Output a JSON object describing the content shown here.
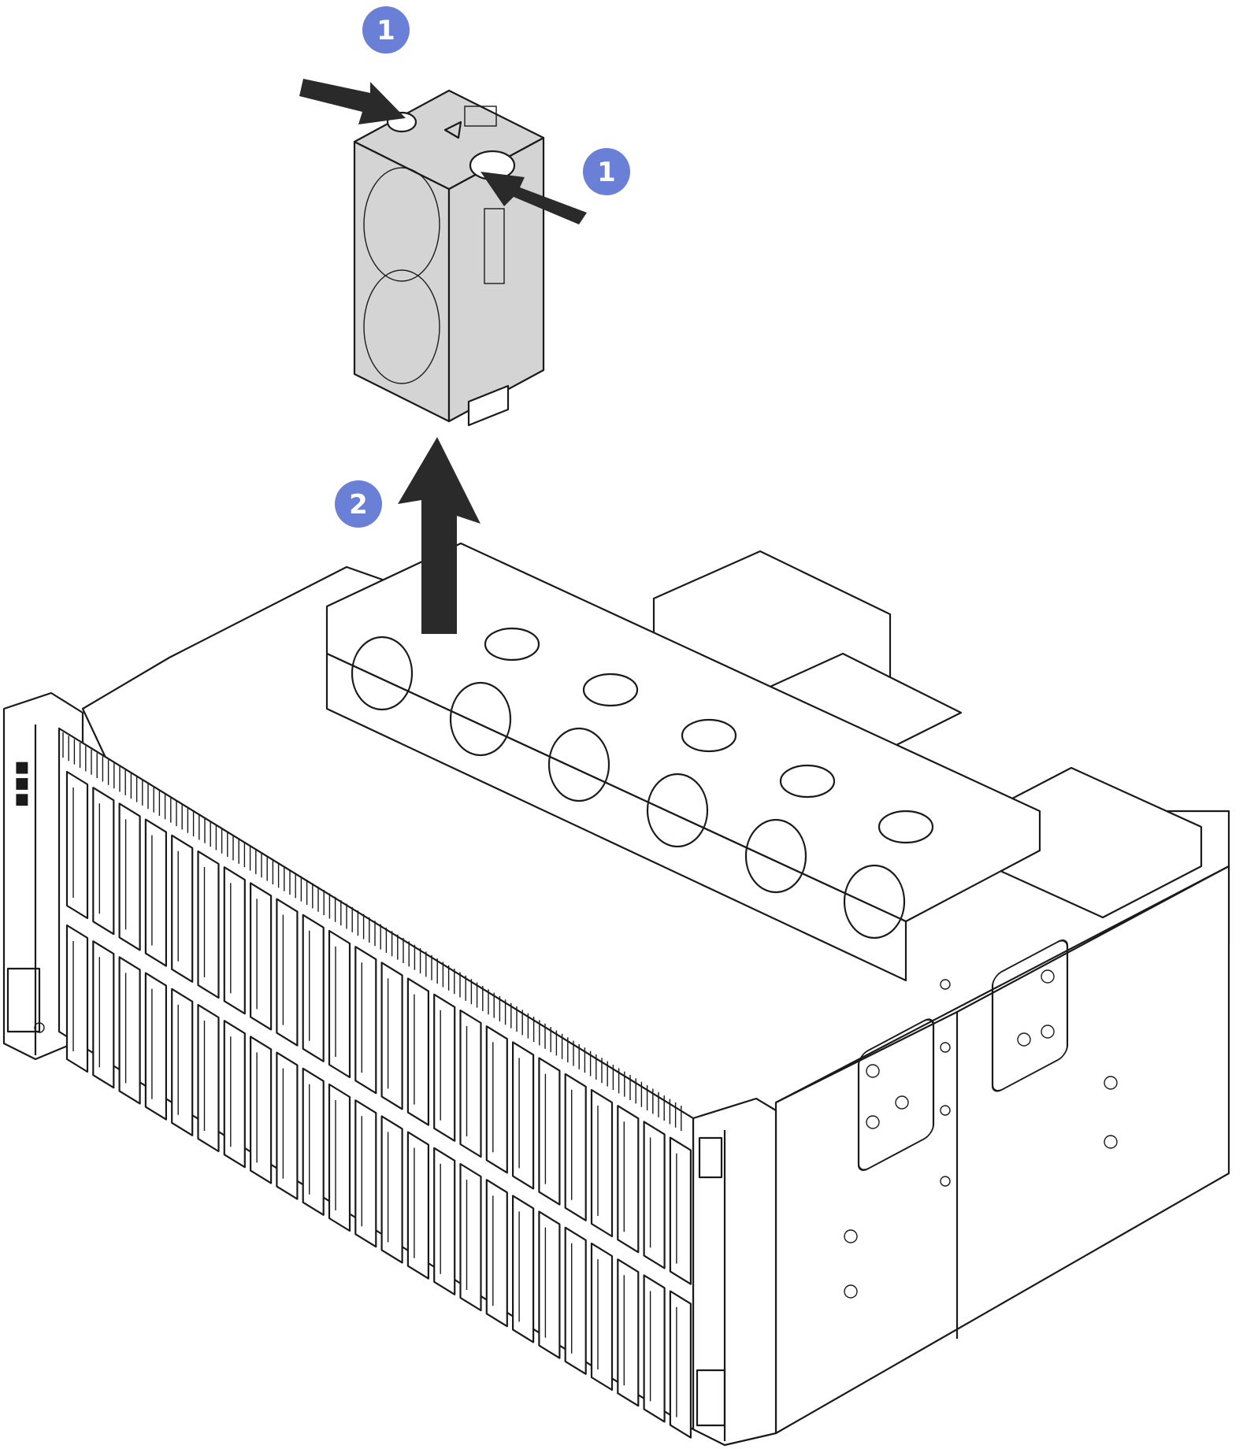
{
  "callouts": [
    {
      "label": "1"
    },
    {
      "label": "1"
    },
    {
      "label": "2"
    }
  ],
  "colors": {
    "callout_fill": "#6a7fd6",
    "line": "#1a1a1a",
    "fan_gray": "#d4d4d4",
    "arrow": "#2a2a2a"
  },
  "icons": [
    "press-arrow",
    "lift-arrow",
    "fan-module",
    "server-chassis",
    "drive-bay"
  ]
}
